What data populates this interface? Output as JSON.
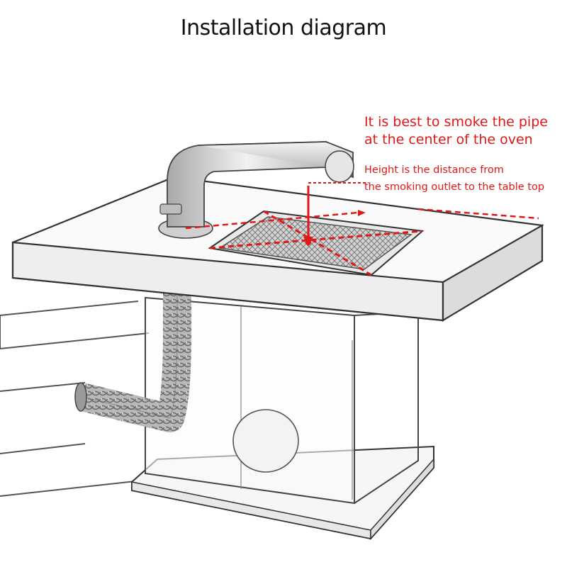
{
  "title": "Installation diagram",
  "annotations": {
    "main": [
      "It is best to smoke the pipe",
      "at the center of the oven"
    ],
    "sub": [
      "Height is the distance from",
      "the smoking outlet to the table top"
    ]
  },
  "colors": {
    "accent_red": "#e01818",
    "line": "#333333",
    "pipe": "#8a8a8a"
  },
  "icons": {
    "range_hood": "smoke-exhaust-pipe-icon",
    "grill": "grill-grate-icon",
    "duct": "flexible-duct-icon"
  }
}
